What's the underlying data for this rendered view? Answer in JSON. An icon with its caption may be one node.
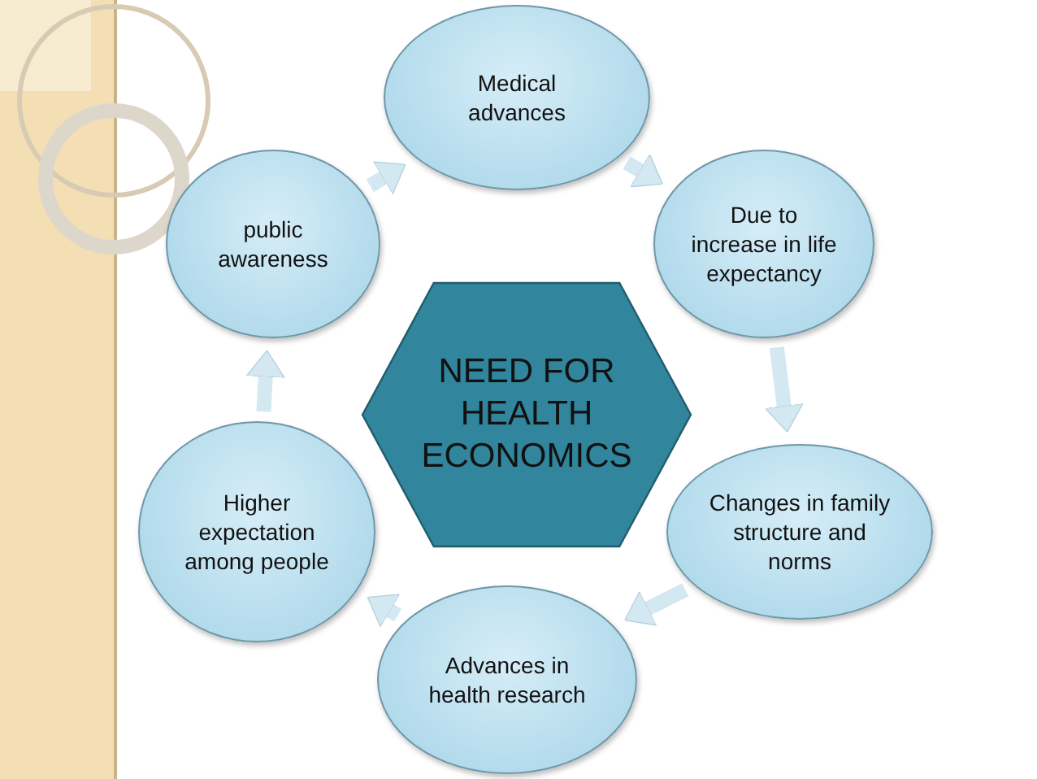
{
  "diagram": {
    "nodes": [
      {
        "text": [
          "NEED FOR HEALTH ECONOMICS"
        ]
      },
      {
        "text": [
          "Medical advances"
        ]
      },
      {
        "text": [
          "Due to increase in life expectancy"
        ]
      },
      {
        "text": [
          "Changes in family structure and norms"
        ]
      },
      {
        "text": [
          "Advances in health research"
        ]
      },
      {
        "text": [
          "Higher expectation among people"
        ]
      },
      {
        "text": [
          "public awareness"
        ]
      }
    ],
    "edges": [
      {
        "from": 1,
        "to": 2,
        "arrow": "to"
      },
      {
        "from": 2,
        "to": 3,
        "arrow": "to"
      },
      {
        "from": 3,
        "to": 4,
        "arrow": "to"
      },
      {
        "from": 4,
        "to": 5,
        "arrow": "to"
      },
      {
        "from": 5,
        "to": 6,
        "arrow": "to"
      },
      {
        "from": 6,
        "to": 1,
        "arrow": "to"
      }
    ]
  }
}
